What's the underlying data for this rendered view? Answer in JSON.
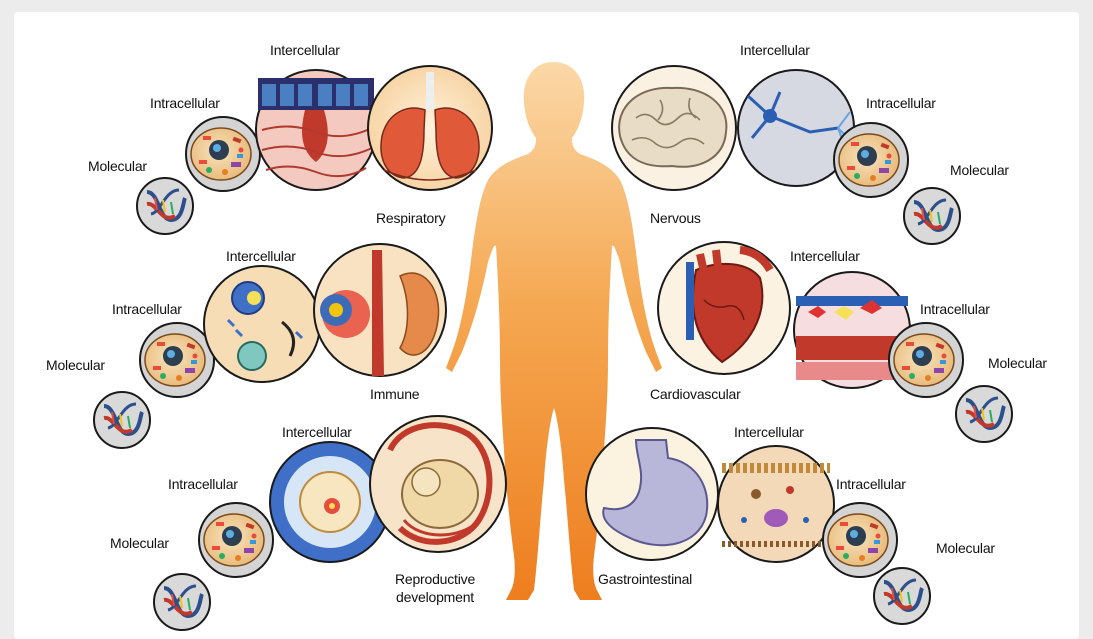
{
  "colors": {
    "body": "#f29a3c",
    "circle_stroke": "#1a1a1a",
    "cell_bg": "#f4d7a8",
    "dna_bg": "#d7d7d7",
    "organ_red": "#d9412b"
  },
  "systems": {
    "respiratory": {
      "name": "Respiratory",
      "levels": {
        "intercellular": "Intercellular",
        "intracellular": "Intracellular",
        "molecular": "Molecular"
      }
    },
    "nervous": {
      "name": "Nervous",
      "levels": {
        "intercellular": "Intercellular",
        "intracellular": "Intracellular",
        "molecular": "Molecular"
      }
    },
    "immune": {
      "name": "Immune",
      "levels": {
        "intercellular": "Intercellular",
        "intracellular": "Intracellular",
        "molecular": "Molecular"
      }
    },
    "cardiovascular": {
      "name": "Cardiovascular",
      "levels": {
        "intercellular": "Intercellular",
        "intracellular": "Intracellular",
        "molecular": "Molecular"
      }
    },
    "reproductive": {
      "name_line1": "Reproductive",
      "name_line2": "development",
      "levels": {
        "intercellular": "Intercellular",
        "intracellular": "Intracellular",
        "molecular": "Molecular"
      }
    },
    "gastrointestinal": {
      "name": "Gastrointestinal",
      "levels": {
        "intercellular": "Intercellular",
        "intracellular": "Intracellular",
        "molecular": "Molecular"
      }
    }
  },
  "icons": [
    "human-body-figure",
    "lungs-icon",
    "brain-icon",
    "kidney-bone-icon",
    "heart-icon",
    "fetus-uterus-icon",
    "stomach-icon",
    "ovum-icon",
    "neuron-icon",
    "blood-vessel-icon",
    "tissue-cells-icon",
    "cell-icon",
    "dna-helix-icon"
  ]
}
